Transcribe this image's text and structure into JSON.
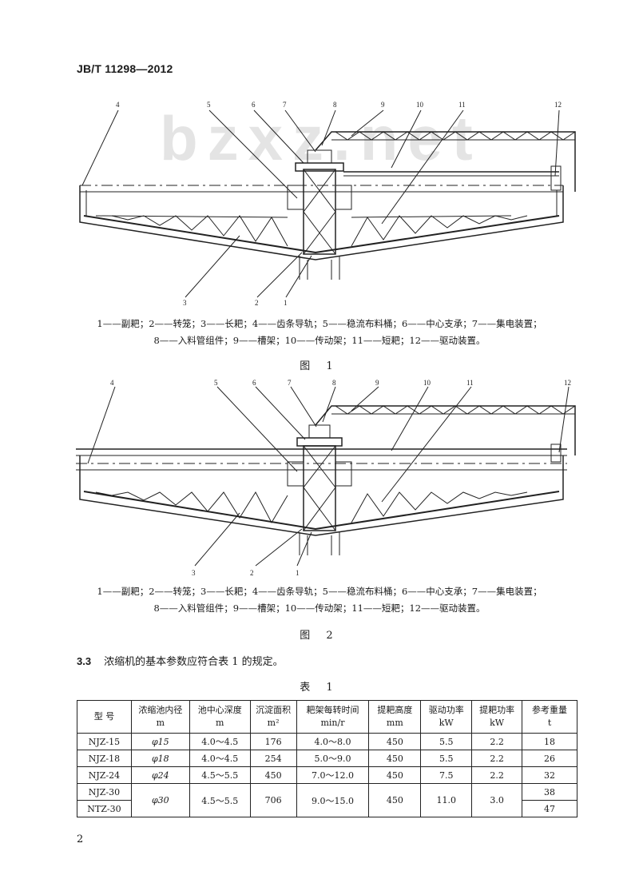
{
  "header": {
    "standard_code": "JB/T 11298—2012"
  },
  "watermark": "bzxz.net",
  "figure1": {
    "callouts": [
      "1",
      "2",
      "3",
      "4",
      "5",
      "6",
      "7",
      "8",
      "9",
      "10",
      "11",
      "12"
    ],
    "legend_line1": "1——副耙；2——转笼；3——长耙；4——齿条导轨；5——稳流布料桶；6——中心支承；7——集电装置；",
    "legend_line2": "8——入料管组件；9——槽架；10——传动架；11——短耙；12——驱动装置。",
    "caption": "图 1"
  },
  "figure2": {
    "callouts": [
      "1",
      "2",
      "3",
      "4",
      "5",
      "6",
      "7",
      "8",
      "9",
      "10",
      "11",
      "12"
    ],
    "legend_line1": "1——副耙；2——转笼；3——长耙；4——齿条导轨；5——稳流布料桶；6——中心支承；7——集电装置；",
    "legend_line2": "8——入料管组件；9——槽架；10——传动架；11——短耙；12——驱动装置。",
    "caption": "图 2"
  },
  "clause": {
    "number": "3.3",
    "text": "浓缩机的基本参数应符合表 1 的规定。"
  },
  "table": {
    "caption": "表 1",
    "headers": [
      {
        "name": "型 号",
        "unit": ""
      },
      {
        "name": "浓缩池内径",
        "unit": "m"
      },
      {
        "name": "池中心深度",
        "unit": "m"
      },
      {
        "name": "沉淀面积",
        "unit": "m²"
      },
      {
        "name": "耙架每转时间",
        "unit": "min/r"
      },
      {
        "name": "提耙高度",
        "unit": "mm"
      },
      {
        "name": "驱动功率",
        "unit": "kW"
      },
      {
        "name": "提耙功率",
        "unit": "kW"
      },
      {
        "name": "参考重量",
        "unit": "t"
      }
    ],
    "rows": [
      {
        "model": "NJZ-15",
        "diameter": "φ15",
        "depth": "4.0～4.5",
        "area": "176",
        "time": "4.0～8.0",
        "lift": "450",
        "drive": "5.5",
        "lift_power": "2.2",
        "weight": "18"
      },
      {
        "model": "NJZ-18",
        "diameter": "φ18",
        "depth": "4.0～4.5",
        "area": "254",
        "time": "5.0～9.0",
        "lift": "450",
        "drive": "5.5",
        "lift_power": "2.2",
        "weight": "26"
      },
      {
        "model": "NJZ-24",
        "diameter": "φ24",
        "depth": "4.5～5.5",
        "area": "450",
        "time": "7.0～12.0",
        "lift": "450",
        "drive": "7.5",
        "lift_power": "2.2",
        "weight": "32"
      }
    ],
    "merged": {
      "models": [
        "NJZ-30",
        "NTZ-30"
      ],
      "diameter": "φ30",
      "depth": "4.5～5.5",
      "area": "706",
      "time": "9.0～15.0",
      "lift": "450",
      "drive": "11.0",
      "lift_power": "3.0",
      "weights": [
        "38",
        "47"
      ]
    }
  },
  "page_number": "2"
}
